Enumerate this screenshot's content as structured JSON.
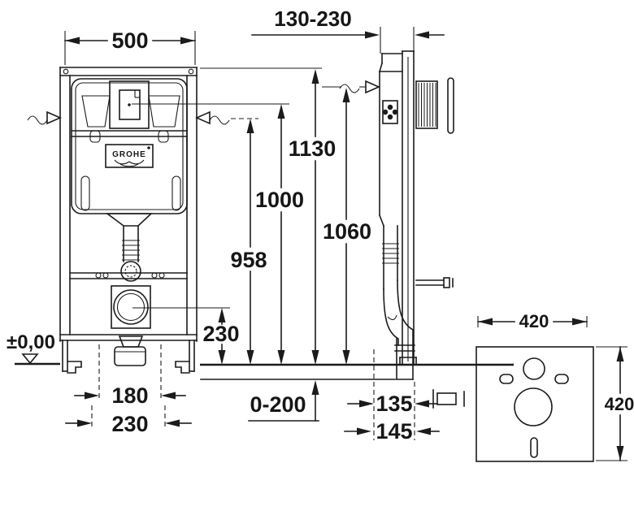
{
  "colors": {
    "line": "#1b1b1b",
    "background": "#ffffff"
  },
  "front_view": {
    "brand": "GROHE",
    "datum": "±0,00",
    "width": "500",
    "overall_height": "1130",
    "actuation_height": "1000",
    "water_connection_height": "958",
    "outlet_center_height": "230",
    "outlet_bolt_spacing": "180",
    "fixing_bolt_spacing": "230"
  },
  "side_view": {
    "depth_range": "130-230",
    "frame_height": "1060",
    "floor_adjustment_range": "0-200",
    "outlet_depth_a": "135",
    "outlet_depth_b": "145"
  },
  "insulation_panel": {
    "width": "420",
    "height": "420"
  }
}
